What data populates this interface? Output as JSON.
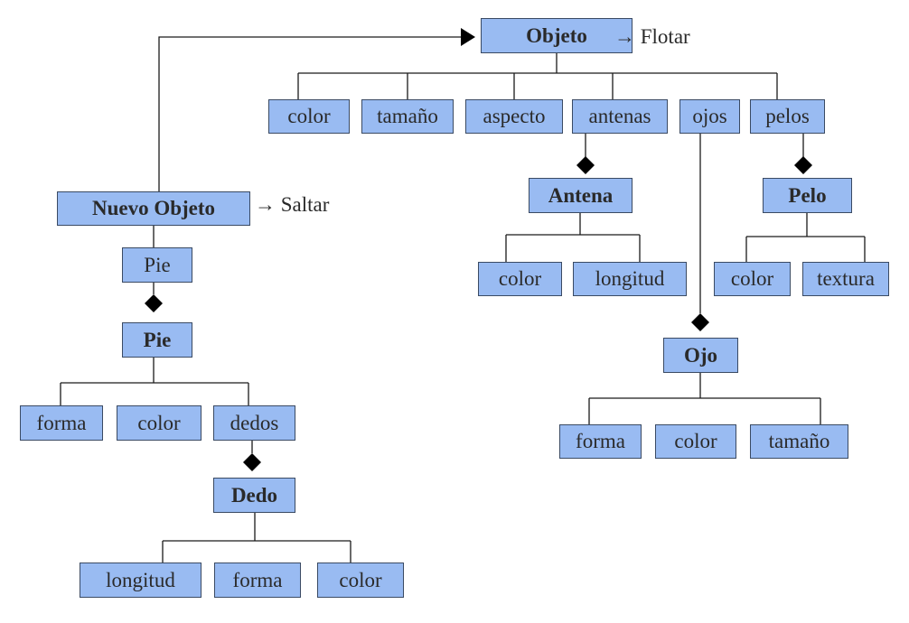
{
  "diagram": {
    "root": {
      "label": "Objeto",
      "note": "→ Flotar"
    },
    "root_attributes": [
      "color",
      "tamaño",
      "aspecto",
      "antenas",
      "ojos",
      "pelos"
    ],
    "antena": {
      "label": "Antena",
      "attributes": [
        "color",
        "longitud"
      ]
    },
    "pelo": {
      "label": "Pelo",
      "attributes": [
        "color",
        "textura"
      ]
    },
    "ojo": {
      "label": "Ojo",
      "attributes": [
        "forma",
        "color",
        "tamaño"
      ]
    },
    "nuevo_objeto": {
      "label": "Nuevo Objeto",
      "note": "→ Saltar",
      "attribute": "Pie"
    },
    "pie": {
      "label": "Pie",
      "attributes": [
        "forma",
        "color",
        "dedos"
      ]
    },
    "dedo": {
      "label": "Dedo",
      "attributes": [
        "longitud",
        "forma",
        "color"
      ]
    }
  }
}
